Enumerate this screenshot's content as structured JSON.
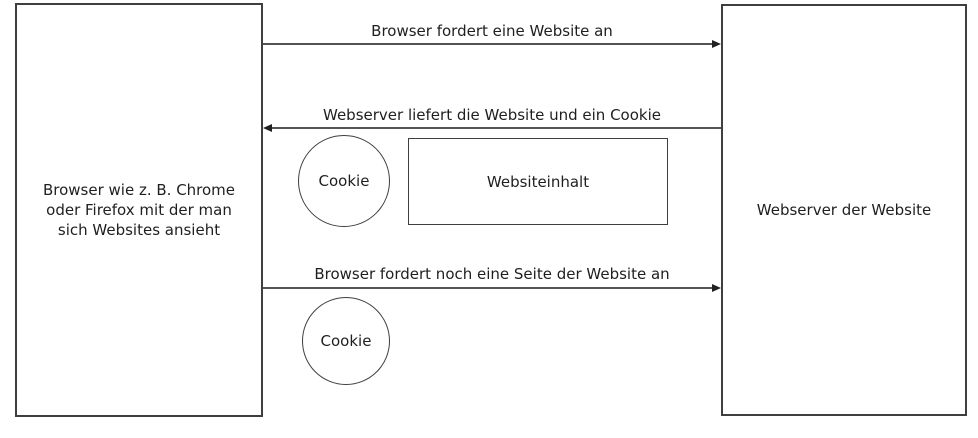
{
  "colors": {
    "background": "#ffffff",
    "stroke": "#3f3f3f",
    "line": "#545454",
    "text": "#1f1f1f"
  },
  "actors": {
    "browser": {
      "label": "Browser wie z. B. Chrome\noder Firefox mit der man\nsich Websites ansieht"
    },
    "webserver": {
      "label": "Webserver der Website"
    }
  },
  "messages": [
    {
      "label": "Browser fordert eine Website an",
      "from": "browser",
      "to": "webserver",
      "direction": "right"
    },
    {
      "label": "Webserver liefert die Website und ein Cookie",
      "from": "webserver",
      "to": "browser",
      "direction": "left"
    },
    {
      "label": "Browser fordert noch eine Seite der Website an",
      "from": "browser",
      "to": "webserver",
      "direction": "right"
    }
  ],
  "objects": {
    "cookie1": {
      "label": "Cookie",
      "shape": "circle"
    },
    "websiteinhalt": {
      "label": "Websiteinhalt",
      "shape": "rectangle"
    },
    "cookie2": {
      "label": "Cookie",
      "shape": "circle"
    }
  }
}
